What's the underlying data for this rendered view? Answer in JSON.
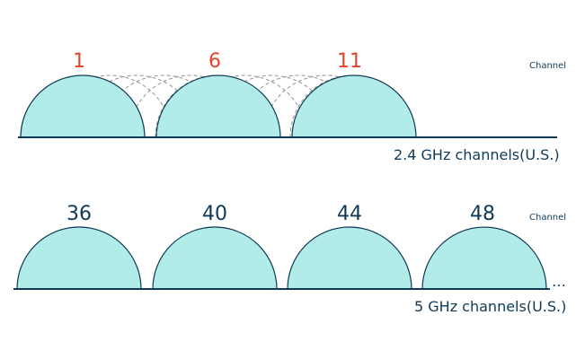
{
  "band_24": {
    "channel_label": "Channel",
    "caption": "2.4 GHz channels(U.S.)",
    "highlighted_channels": [
      "1",
      "6",
      "11"
    ]
  },
  "band_5": {
    "channel_label": "Channel",
    "caption": "5 GHz channels(U.S.)",
    "channels": [
      "36",
      "40",
      "44",
      "48"
    ],
    "ellipsis": "…"
  },
  "colors": {
    "dome_fill": "#b2ece8",
    "outline": "#0f3a57",
    "highlight_text": "#e8412a",
    "ghost_outline": "#9a9a9a"
  }
}
